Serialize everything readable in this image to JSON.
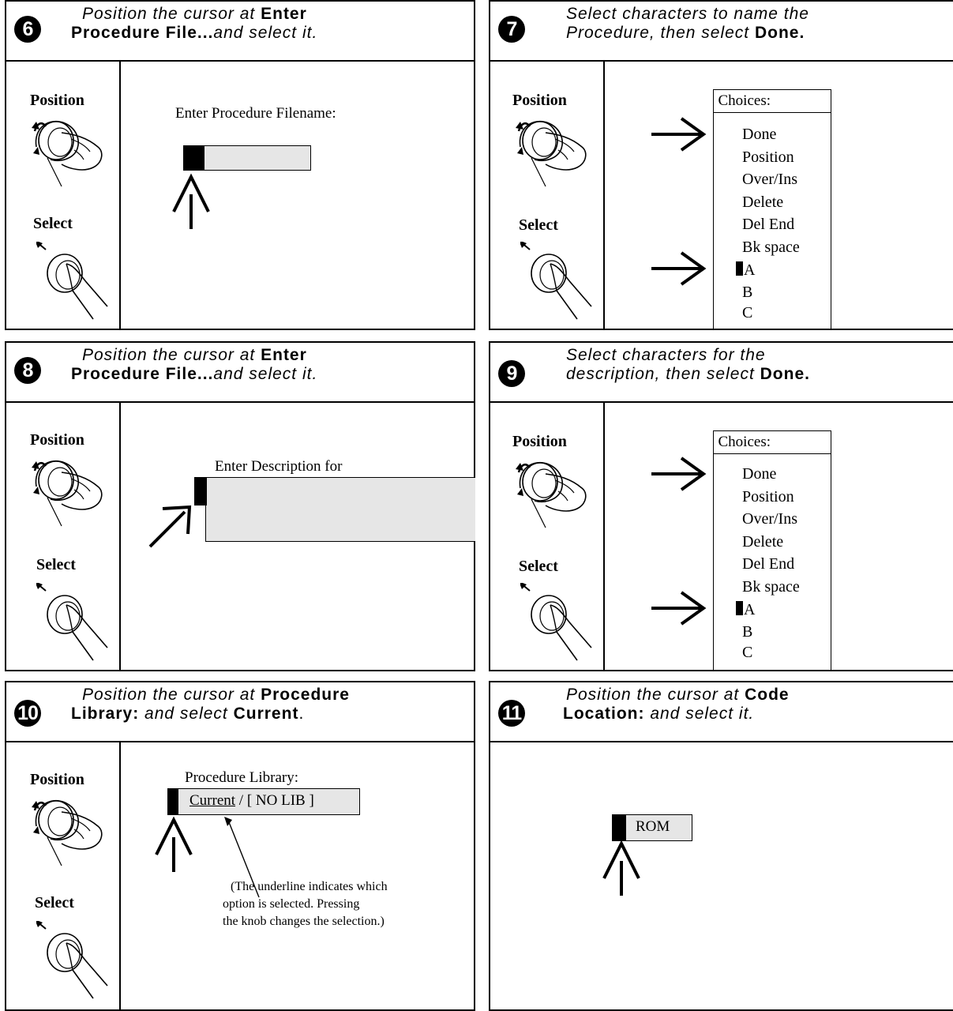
{
  "panels": {
    "p6": {
      "number": "6",
      "title_line1_italic": "Position the cursor at ",
      "title_line1_bold": "Enter",
      "title_line2_bold": "Procedure File...",
      "title_line2_italic": "and select it.",
      "position_label": "Position",
      "select_label": "Select",
      "prompt": "Enter Procedure Filename:"
    },
    "p7": {
      "number": "7",
      "title_line1_italic": "Select characters to name the",
      "title_line2_italic": "Procedure, then select ",
      "title_line2_bold": "Done.",
      "position_label": "Position",
      "select_label": "Select",
      "choices_header": "Choices:",
      "choices": [
        "Done",
        "Position",
        "Over/Ins",
        "Delete",
        "Del End",
        "Bk space",
        "A",
        "B",
        "C"
      ]
    },
    "p8": {
      "number": "8",
      "title_line1_italic": "Position the cursor at ",
      "title_line1_bold": "Enter",
      "title_line2_bold": "Procedure File...",
      "title_line2_italic": "and select it.",
      "position_label": "Position",
      "select_label": "Select",
      "prompt": "Enter Description for"
    },
    "p9": {
      "number": "9",
      "title_line1_italic": "Select characters for the",
      "title_line2_italic": "description, then select ",
      "title_line2_bold": "Done.",
      "position_label": "Position",
      "select_label": "Select",
      "choices_header": "Choices:",
      "choices": [
        "Done",
        "Position",
        "Over/Ins",
        "Delete",
        "Del End",
        "Bk space",
        "A",
        "B",
        "C"
      ]
    },
    "p10": {
      "number": "10",
      "title_line1_italic": "Position the cursor at ",
      "title_line1_bold": "Procedure",
      "title_line2_bold": "Library:",
      "title_line2_italic": " and select ",
      "title_line2_bold2": "Current",
      "title_line2_end": ".",
      "position_label": "Position",
      "select_label": "Select",
      "field_label": "Procedure Library:",
      "field_selected": "Current",
      "field_rest": " / [ NO LIB ]",
      "note_line1": "(The underline indicates which",
      "note_line2": "option is selected. Pressing",
      "note_line3": "the knob changes the selection.)"
    },
    "p11": {
      "number": "11",
      "title_line1_italic": "Position the cursor at ",
      "title_line1_bold": "Code",
      "title_line2_bold": "Location:",
      "title_line2_italic": " and select it.",
      "field_value": "ROM"
    }
  },
  "icons": {
    "position_knob": "rotate-knob-hand-icon",
    "select_knob": "press-knob-finger-icon",
    "arrow": "arrow-icon"
  },
  "colors": {
    "field_bg": "#e6e6e6",
    "ink": "#000000"
  }
}
